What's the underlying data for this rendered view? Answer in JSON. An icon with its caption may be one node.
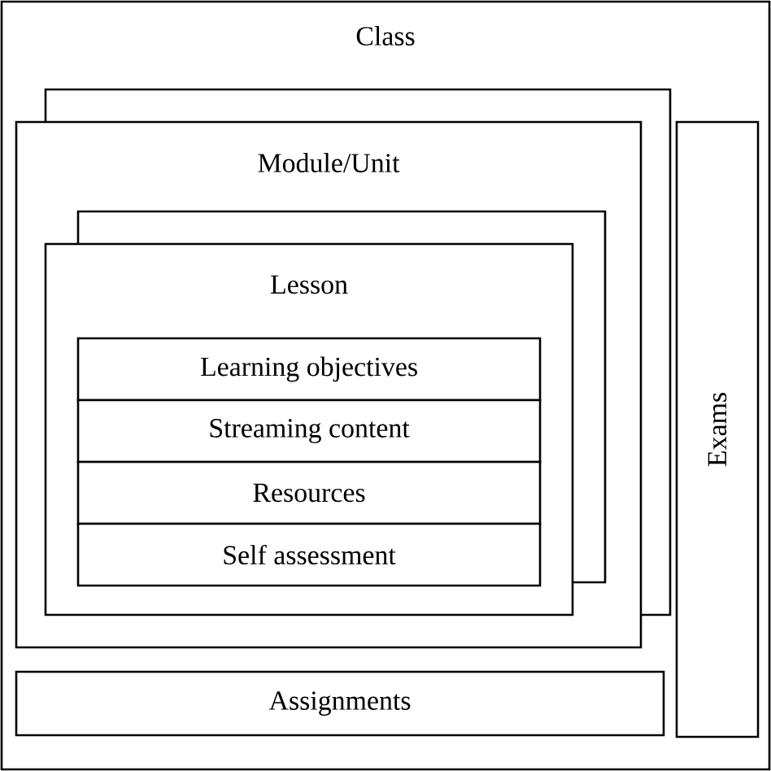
{
  "diagram": {
    "nodes": [
      {
        "text": [
          "Class"
        ]
      },
      {
        "text": [
          "Module/Unit"
        ],
        "in": 0
      },
      {
        "text": [
          "Lesson"
        ],
        "in": 1
      },
      {
        "text": [
          "Learning objectives"
        ],
        "in": 2
      },
      {
        "text": [
          "Streaming content"
        ],
        "in": 2
      },
      {
        "text": [
          "Resources"
        ],
        "in": 2
      },
      {
        "text": [
          "Self assessment"
        ],
        "in": 2
      },
      {
        "text": [
          "Assignments"
        ],
        "in": 0
      },
      {
        "text": [
          "Exams"
        ],
        "in": 0
      }
    ]
  }
}
